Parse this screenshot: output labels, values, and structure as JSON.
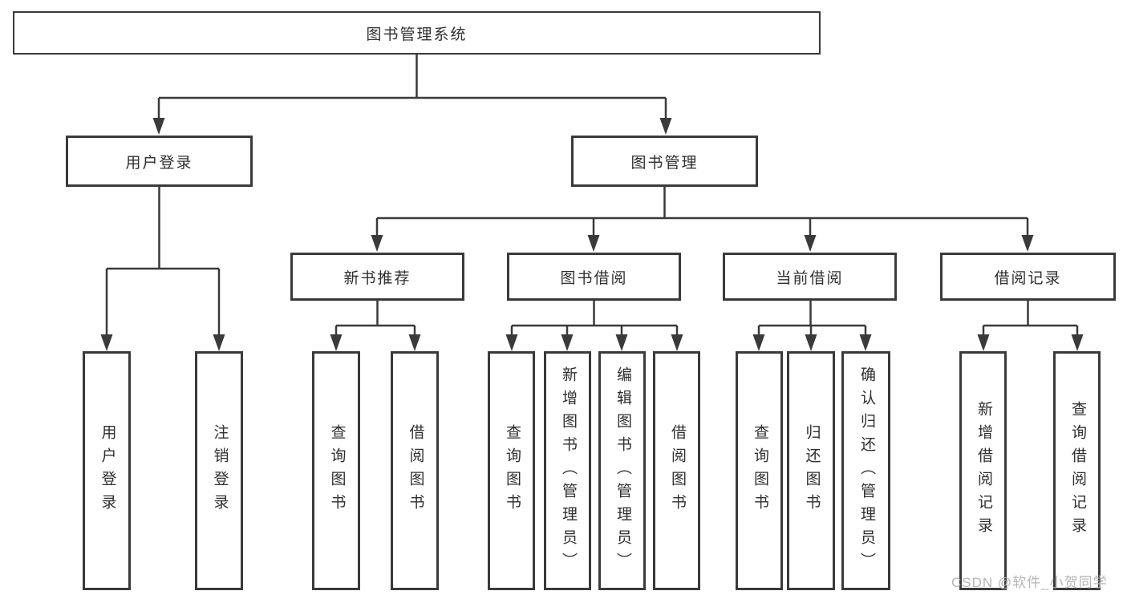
{
  "diagram": {
    "title_node": {
      "label": "图书管理系统"
    },
    "level2": [
      {
        "id": "user-login",
        "label": "用户登录"
      },
      {
        "id": "book-management",
        "label": "图书管理"
      }
    ],
    "level3": [
      {
        "id": "new-book-recommend",
        "label": "新书推荐",
        "parent": "图书管理"
      },
      {
        "id": "book-borrowing",
        "label": "图书借阅",
        "parent": "图书管理"
      },
      {
        "id": "current-borrowing",
        "label": "当前借阅",
        "parent": "图书管理"
      },
      {
        "id": "borrowing-records",
        "label": "借阅记录",
        "parent": "图书管理"
      }
    ],
    "leaves": [
      {
        "id": "user-login-leaf",
        "label": "用户登录",
        "parent": "用户登录"
      },
      {
        "id": "logout-leaf",
        "label": "注销登录",
        "parent": "用户登录"
      },
      {
        "id": "query-books-recommend",
        "label": "查询图书",
        "parent": "新书推荐"
      },
      {
        "id": "borrow-books-recommend",
        "label": "借阅图书",
        "parent": "新书推荐"
      },
      {
        "id": "query-books-borrowing",
        "label": "查询图书",
        "parent": "图书借阅"
      },
      {
        "id": "add-books-admin",
        "label": "新增图书（管理员）",
        "parent": "图书借阅"
      },
      {
        "id": "edit-books-admin",
        "label": "编辑图书（管理员）",
        "parent": "图书借阅"
      },
      {
        "id": "borrow-books-borrowing",
        "label": "借阅图书",
        "parent": "图书借阅"
      },
      {
        "id": "query-books-current",
        "label": "查询图书",
        "parent": "当前借阅"
      },
      {
        "id": "return-books",
        "label": "归还图书",
        "parent": "当前借阅"
      },
      {
        "id": "confirm-return-admin",
        "label": "确认归还（管理员）",
        "parent": "当前借阅"
      },
      {
        "id": "add-borrow-record",
        "label": "新增借阅记录",
        "parent": "借阅记录"
      },
      {
        "id": "query-borrow-record",
        "label": "查询借阅记录",
        "parent": "借阅记录"
      }
    ]
  },
  "watermark": {
    "text": "CSDN @软件_小贺同学"
  },
  "colors": {
    "line": "#3a3a3a",
    "text": "#2f2f2f",
    "box_background": "#ffffff",
    "page_background": "#ffffff",
    "watermark": "#b5b5b5"
  }
}
